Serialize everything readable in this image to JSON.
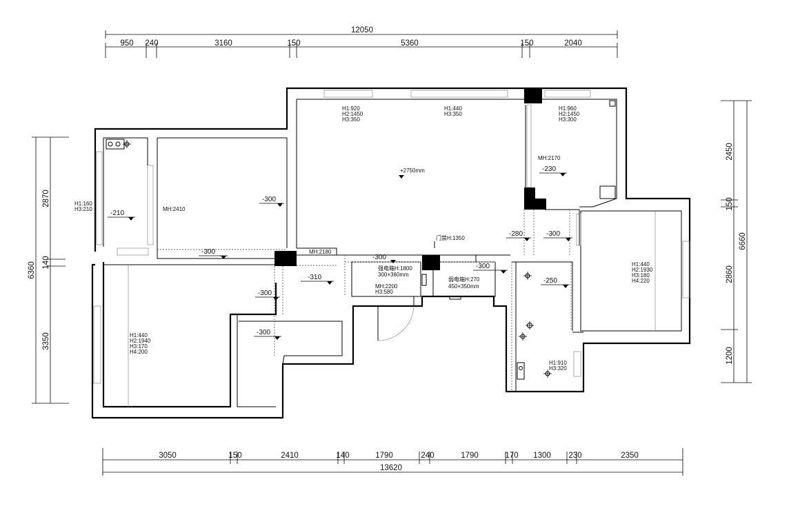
{
  "dimensions": {
    "top_total": "12050",
    "top": [
      "950",
      "240",
      "3160",
      "150",
      "5360",
      "150",
      "2040"
    ],
    "bottom": [
      "3050",
      "150",
      "2410",
      "140",
      "1790",
      "240",
      "1790",
      "170",
      "1300",
      "230",
      "2350"
    ],
    "bottom_total": "13620",
    "left_total": "6360",
    "left": [
      "2870",
      "140",
      "3350"
    ],
    "right_total": "6660",
    "right": [
      "2450",
      "150",
      "2860",
      "1200"
    ]
  },
  "notes": {
    "living": [
      "H1:920",
      "H2:1450",
      "H3:350"
    ],
    "living2": [
      "H1:440",
      "H3:350"
    ],
    "ceiling": "+2750mm",
    "balcony_right": [
      "H1:960",
      "H2:1450",
      "H3:300"
    ],
    "mh_right": "MH:2170",
    "lvl_230": "-230",
    "left_small": [
      "H1:160",
      "H3:210"
    ],
    "lvl_210": "-210",
    "mh_bed": "MH:2410",
    "lvl_300_a": "-300",
    "lvl_300_b": "-300",
    "mh_2180": "MH:2180",
    "lvl_300_c": "-300",
    "door_access": "门禁H:1350",
    "lvl_280": "-280",
    "lvl_300_d": "-300",
    "strong_box": "强电箱H:1800",
    "strong_size": "300×360mm",
    "weak_box": "弱电箱H:270",
    "weak_size": "450×350mm",
    "lvl_300_e": "-300",
    "lvl_310": "-310",
    "mh_2200": "MH:2200",
    "h3_580": "H3:580",
    "lvl_300_f": "-300",
    "lvl_250": "-250",
    "lvl_300_g": "-300",
    "bed_right": [
      "H1:440",
      "H2:1930",
      "H3:180",
      "H4:220"
    ],
    "bed_left": [
      "H1:440",
      "H2:1940",
      "H3:170",
      "H4:200"
    ],
    "bath": [
      "H1:910",
      "H3:320"
    ]
  }
}
